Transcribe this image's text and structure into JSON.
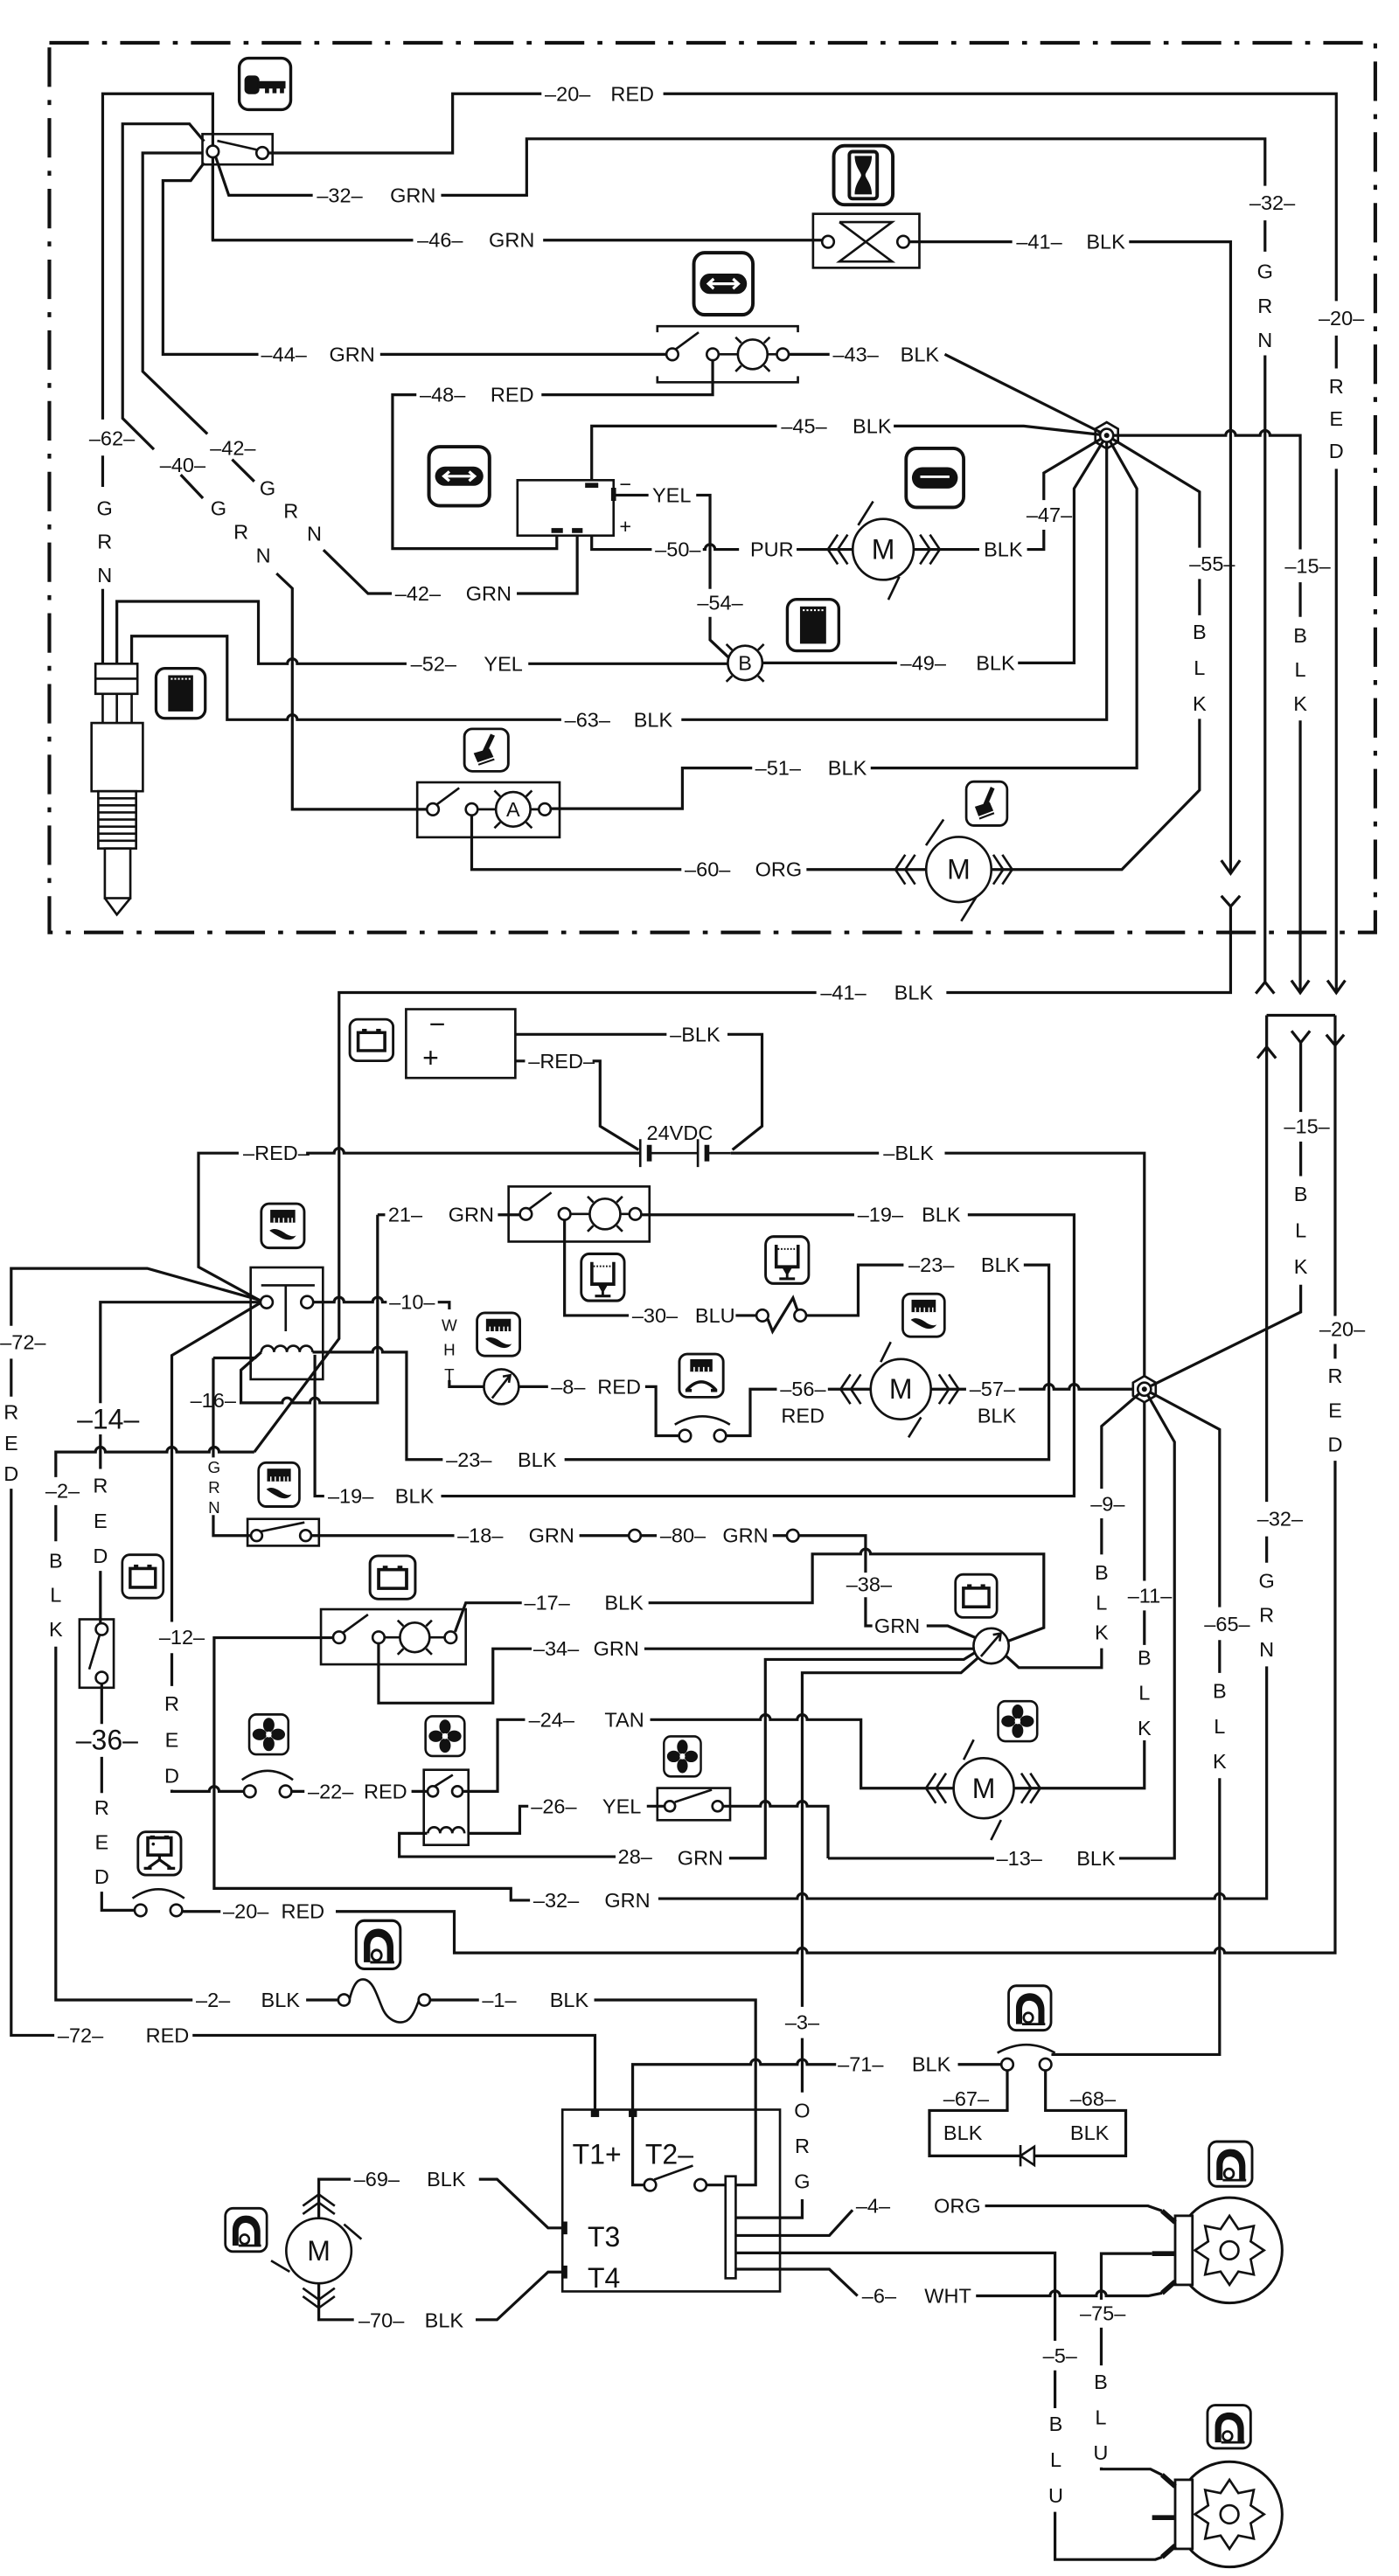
{
  "wires": {
    "1": {
      "tag": "–1–",
      "color": "BLK"
    },
    "2": {
      "tag": "–2–",
      "color": "BLK"
    },
    "3": {
      "tag": "–3–",
      "color": "ORG"
    },
    "4": {
      "tag": "–4–",
      "color": "ORG"
    },
    "5": {
      "tag": "–5–",
      "color": "BLU"
    },
    "6": {
      "tag": "–6–",
      "color": "WHT"
    },
    "8": {
      "tag": "–8–",
      "color": "RED"
    },
    "9": {
      "tag": "–9–",
      "color": "BLK"
    },
    "10": {
      "tag": "–10–",
      "color": "WHT"
    },
    "11": {
      "tag": "–11–",
      "color": "BLK"
    },
    "12": {
      "tag": "–12–",
      "color": "RED"
    },
    "13": {
      "tag": "–13–",
      "color": "BLK"
    },
    "14": {
      "tag": "–14–",
      "color": "RED"
    },
    "15": {
      "tag": "–15–",
      "color": "BLK"
    },
    "16": {
      "tag": "–16–"
    },
    "17": {
      "tag": "–17–",
      "color": "BLK"
    },
    "18": {
      "tag": "–18–",
      "color": "GRN"
    },
    "19": {
      "tag": "–19–",
      "color": "BLK"
    },
    "20": {
      "tag": "–20–",
      "color": "RED"
    },
    "21": {
      "tag": "21–",
      "color": "GRN"
    },
    "22": {
      "tag": "–22–",
      "color": "RED"
    },
    "23": {
      "tag": "–23–",
      "color": "BLK"
    },
    "24": {
      "tag": "–24–",
      "color": "TAN"
    },
    "26": {
      "tag": "–26–",
      "color": "YEL"
    },
    "28": {
      "tag": "28–",
      "color": "GRN"
    },
    "30": {
      "tag": "–30–",
      "color": "BLU"
    },
    "32": {
      "tag": "–32–",
      "color": "GRN"
    },
    "34": {
      "tag": "–34–",
      "color": "GRN"
    },
    "36": {
      "tag": "–36–",
      "color": "RED"
    },
    "38": {
      "tag": "–38–",
      "color": "GRN"
    },
    "40": {
      "tag": "–40–",
      "color": "GRN"
    },
    "41": {
      "tag": "–41–",
      "color": "BLK"
    },
    "42": {
      "tag": "–42–",
      "color": "GRN"
    },
    "43": {
      "tag": "–43–",
      "color": "BLK"
    },
    "44": {
      "tag": "–44–",
      "color": "GRN"
    },
    "45": {
      "tag": "–45–",
      "color": "BLK"
    },
    "46": {
      "tag": "–46–",
      "color": "GRN"
    },
    "47": {
      "tag": "–47–",
      "color": "BLK"
    },
    "48": {
      "tag": "–48–",
      "color": "RED"
    },
    "49": {
      "tag": "–49–",
      "color": "BLK"
    },
    "50": {
      "tag": "–50–",
      "color": "PUR"
    },
    "51": {
      "tag": "–51–",
      "color": "BLK"
    },
    "52": {
      "tag": "–52–",
      "color": "YEL"
    },
    "54": {
      "tag": "–54–",
      "color": "YEL"
    },
    "55": {
      "tag": "–55–",
      "color": "BLK"
    },
    "56": {
      "tag": "–56–",
      "color": "RED"
    },
    "57": {
      "tag": "–57–",
      "color": "BLK"
    },
    "60": {
      "tag": "–60–",
      "color": "ORG"
    },
    "62": {
      "tag": "–62–",
      "color": "GRN"
    },
    "63": {
      "tag": "–63–",
      "color": "BLK"
    },
    "65": {
      "tag": "–65–",
      "color": "BLK"
    },
    "67": {
      "tag": "–67–",
      "color": "BLK"
    },
    "68": {
      "tag": "–68–",
      "color": "BLK"
    },
    "69": {
      "tag": "–69–",
      "color": "BLK"
    },
    "70": {
      "tag": "–70–",
      "color": "BLK"
    },
    "71": {
      "tag": "–71–",
      "color": "BLK"
    },
    "72": {
      "tag": "–72–",
      "color": "RED"
    },
    "75": {
      "tag": "–75–",
      "color": "BLU"
    },
    "80": {
      "tag": "–80–",
      "color": "GRN"
    }
  },
  "battery": {
    "negative": "−",
    "positive": "+",
    "voltage": "24VDC",
    "negative_lead": "–BLK",
    "positive_lead": "–RED–",
    "series_red": "–RED–",
    "series_blk": "–BLK"
  },
  "flasher": {
    "negative": "−",
    "positive": "+"
  },
  "controller": {
    "t1": "T1+",
    "t2": "T2–",
    "t3": "T3",
    "t4": "T4"
  },
  "symbols": {
    "motor": "M",
    "lamp_a": "A",
    "lamp_b": "B"
  },
  "icons": [
    "key-icon",
    "hourglass-icon",
    "turn-signal-icon",
    "beacon-icon",
    "alarm-icon",
    "squeegee-icon",
    "battery-icon",
    "engine-icon",
    "filter-icon",
    "oil-pressure-icon",
    "fan-icon",
    "charger-interlock-icon",
    "traction-icon",
    "speed-sensor"
  ]
}
